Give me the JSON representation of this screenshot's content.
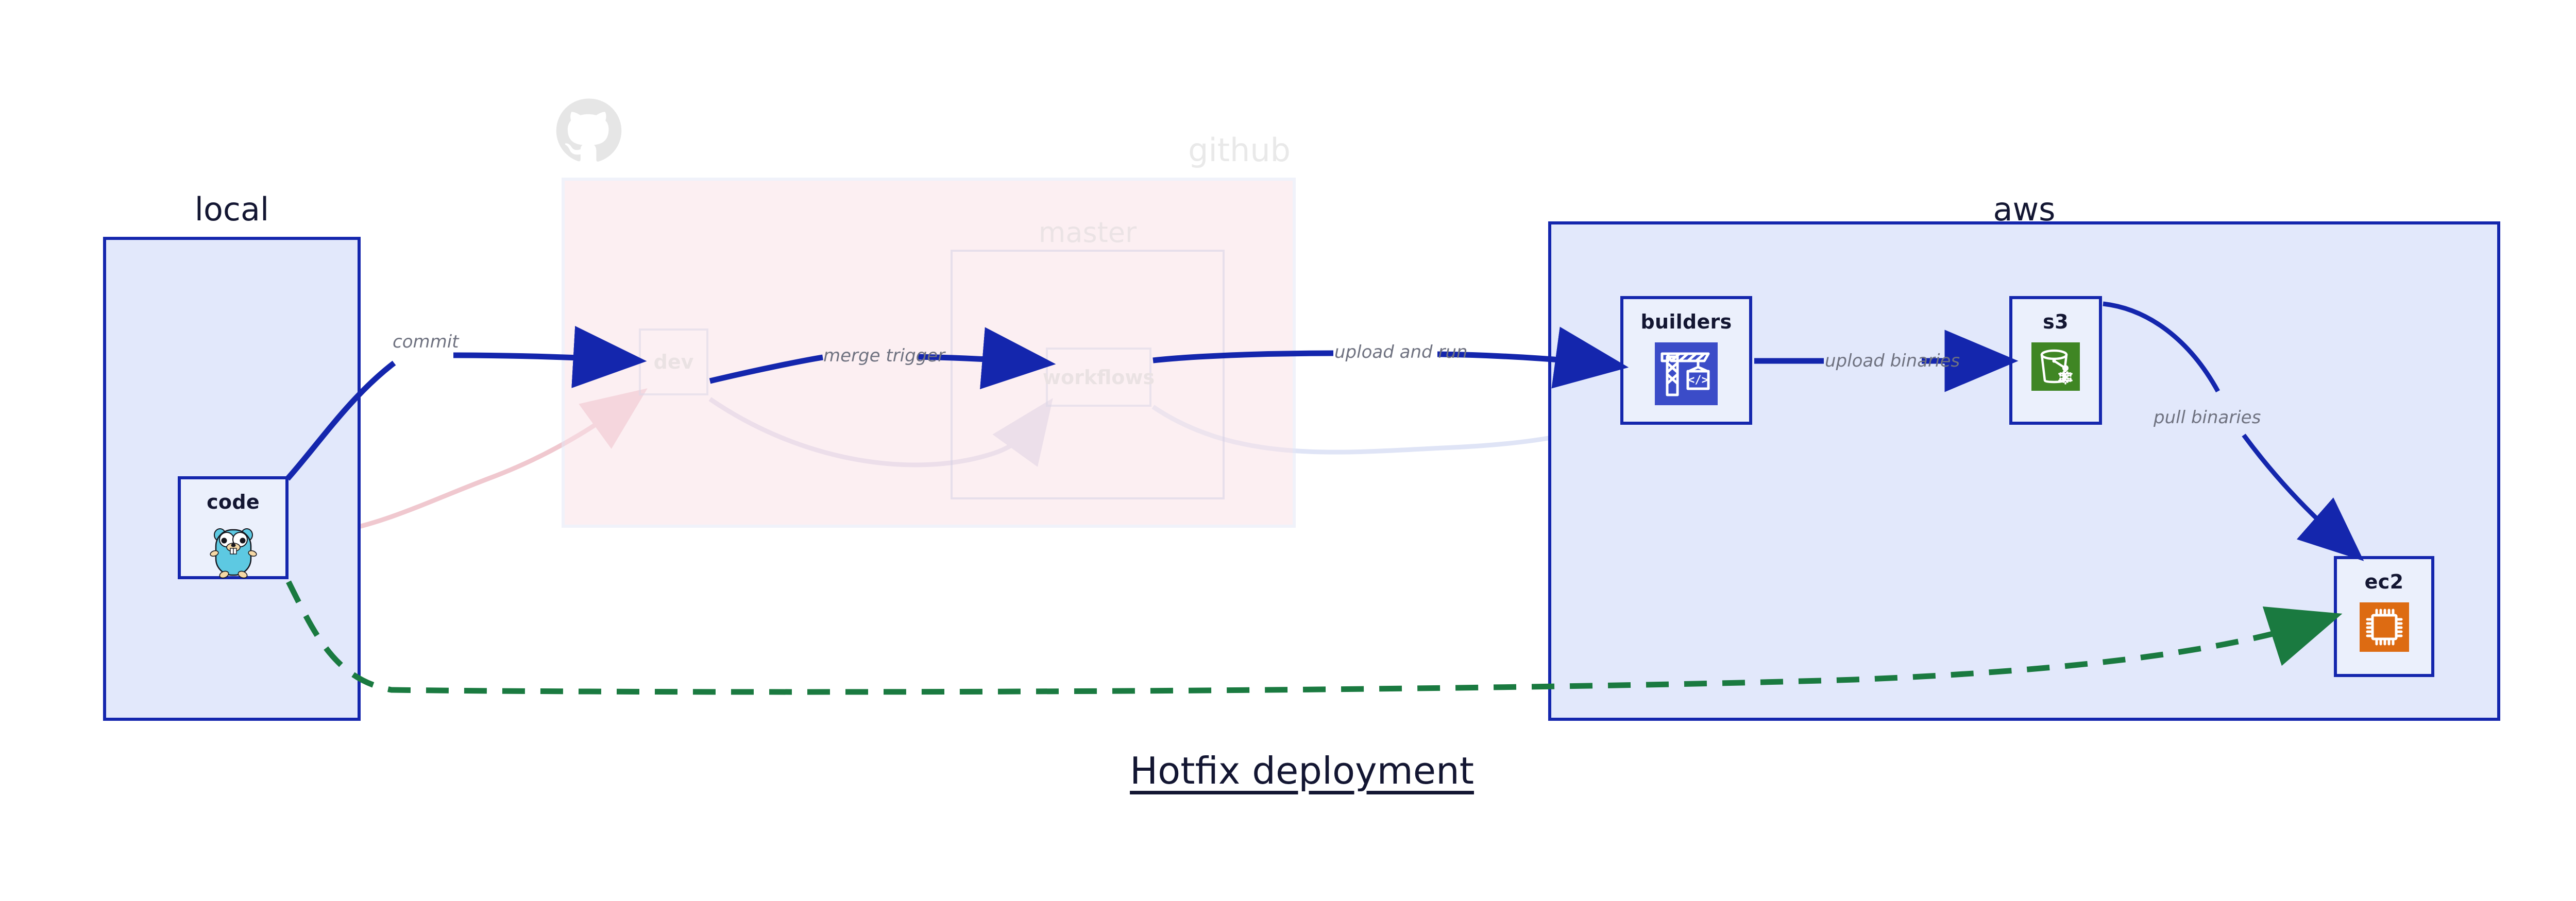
{
  "diagram": {
    "title": "Hotfix deployment",
    "groups": [
      {
        "id": "local",
        "label": "local"
      },
      {
        "id": "github",
        "label": "github"
      },
      {
        "id": "aws",
        "label": "aws"
      }
    ],
    "subgroups": [
      {
        "id": "master",
        "label": "master",
        "parent": "github"
      }
    ],
    "nodes": [
      {
        "id": "code",
        "label": "code",
        "group": "local",
        "icon": "go-gopher-icon"
      },
      {
        "id": "dev",
        "label": "dev",
        "group": "github",
        "icon": "none"
      },
      {
        "id": "workflows",
        "label": "workflows",
        "group": "master",
        "icon": "none"
      },
      {
        "id": "builders",
        "label": "builders",
        "group": "aws",
        "icon": "crane-code-icon"
      },
      {
        "id": "s3",
        "label": "s3",
        "group": "aws",
        "icon": "s3-bucket-icon"
      },
      {
        "id": "ec2",
        "label": "ec2",
        "group": "aws",
        "icon": "cpu-chip-icon"
      }
    ],
    "edges": [
      {
        "from": "code",
        "to": "dev",
        "label": "commit",
        "style": "solid",
        "color": "#1426ad"
      },
      {
        "from": "dev",
        "to": "workflows",
        "label": "merge trigger",
        "style": "solid",
        "color": "#1426ad"
      },
      {
        "from": "workflows",
        "to": "builders",
        "label": "upload and run",
        "style": "solid",
        "color": "#1426ad"
      },
      {
        "from": "builders",
        "to": "s3",
        "label": "upload binaries",
        "style": "solid",
        "color": "#1426ad"
      },
      {
        "from": "s3",
        "to": "ec2",
        "label": "pull binaries",
        "style": "solid",
        "color": "#1426ad"
      },
      {
        "from": "code",
        "to": "ec2",
        "label": "",
        "style": "dashed",
        "color": "#1a7a40"
      }
    ],
    "faded_edges": [
      {
        "from": "code",
        "to": "dev",
        "color": "#f0c8cf"
      },
      {
        "from": "dev",
        "to": "workflows",
        "color": "#dcdaec"
      },
      {
        "from": "workflows",
        "to": "builders",
        "color": "#dfe4f6"
      }
    ],
    "logos": [
      {
        "id": "github-octocat",
        "name": "github-logo-icon",
        "color": "#e6e6e6"
      }
    ],
    "colors": {
      "group_border": "#1426ad",
      "group_fill": "#e2e8fb",
      "github_fill": "#fae3e9",
      "node_fill": "#ebf0fc",
      "edge_blue": "#1426ad",
      "edge_green": "#1a7a40",
      "label_gray": "#6f7280",
      "text_dark": "#131632",
      "builders_icon_bg": "#3b4cc8",
      "s3_icon_bg": "#3f8624",
      "ec2_icon_bg": "#dd6b12",
      "gopher_body": "#5dc9e2"
    }
  }
}
